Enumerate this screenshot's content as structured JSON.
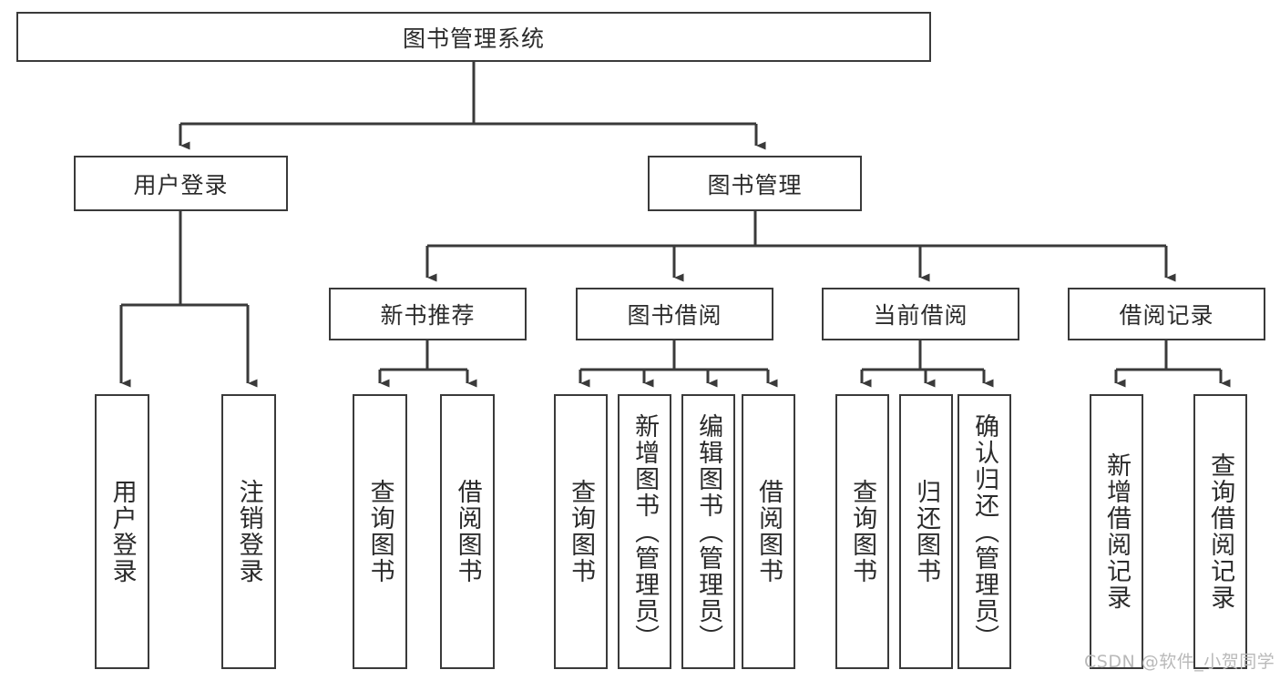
{
  "diagram": {
    "title": "图书管理系统",
    "type": "tree-hierarchy-chart",
    "background_color": "#ffffff",
    "line_color": "#3a3a3a",
    "text_color": "#2b2b2b"
  },
  "nodes": {
    "root": {
      "label": "图书管理系统"
    },
    "level2": [
      {
        "label": "用户登录"
      },
      {
        "label": "图书管理"
      }
    ],
    "level3": [
      {
        "label": "新书推荐"
      },
      {
        "label": "图书借阅"
      },
      {
        "label": "当前借阅"
      },
      {
        "label": "借阅记录"
      }
    ],
    "leaves": {
      "user_login": [
        {
          "label": "用户登录"
        },
        {
          "label": "注销登录"
        }
      ],
      "new_book_recommend": [
        {
          "label": "查询图书"
        },
        {
          "label": "借阅图书"
        }
      ],
      "book_borrow": [
        {
          "label": "查询图书"
        },
        {
          "label": "新增图书（管理员）"
        },
        {
          "label": "编辑图书（管理员）"
        },
        {
          "label": "借阅图书"
        }
      ],
      "current_borrow": [
        {
          "label": "查询图书"
        },
        {
          "label": "归还图书"
        },
        {
          "label": "确认归还（管理员）"
        }
      ],
      "borrow_record": [
        {
          "label": "新增借阅记录"
        },
        {
          "label": "查询借阅记录"
        }
      ]
    }
  },
  "watermark": {
    "text": "CSDN @软件_小贺同学",
    "color": "#b9b9b9"
  }
}
